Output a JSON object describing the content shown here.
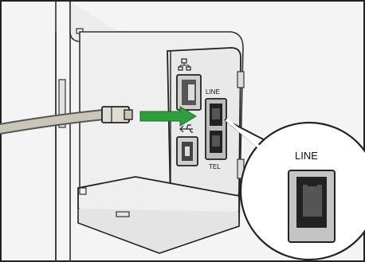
{
  "diagram": {
    "port_labels": {
      "line": "LINE",
      "tel": "TEL"
    },
    "callout_label": "LINE",
    "network_icon_glyph": "network-icon",
    "usb_icon_glyph": "usb-icon",
    "arrow_color": "#2e9e3e",
    "panel_color": "#e9e9e9",
    "cable_color": "#c9c6b8"
  }
}
